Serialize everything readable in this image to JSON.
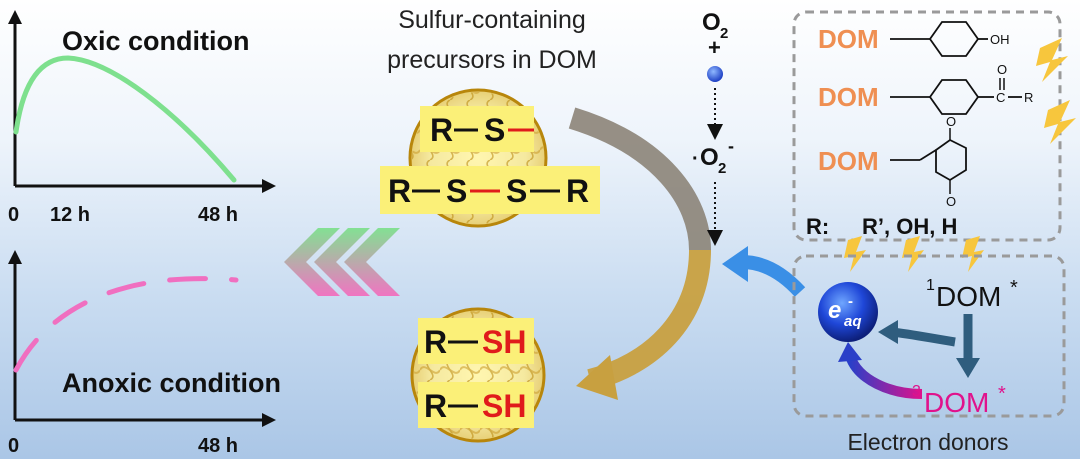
{
  "left_panel": {
    "oxic": {
      "title": "Oxic condition",
      "ticks": [
        "0",
        "12 h",
        "48 h"
      ],
      "curve_color": "#7ee08e"
    },
    "anoxic": {
      "title": "Anoxic condition",
      "ticks": [
        "0",
        "48 h"
      ],
      "curve_color": "#f06fc0"
    },
    "arrow_colors": [
      "#7ee08e",
      "#f26fbf"
    ]
  },
  "center": {
    "title_line1": "Sulfur-containing",
    "title_line2": "precursors in DOM",
    "top_particle": {
      "row1": {
        "r": "R",
        "s": "S"
      },
      "row2": {
        "r1": "R",
        "s1": "S",
        "s2": "S",
        "r2": "R"
      }
    },
    "bottom_particle": {
      "row1": {
        "r": "R",
        "sh": "SH"
      },
      "row2": {
        "r": "R",
        "sh": "SH"
      }
    }
  },
  "oxygen": {
    "o2": "O",
    "o2_sub": "2",
    "plus": "+",
    "superoxide_dot": "·",
    "superoxide": "O",
    "superoxide_sub": "2",
    "superoxide_sup": "-"
  },
  "structures": {
    "dom_label": "DOM",
    "oh_label": "OH",
    "carbonyl_o": "O",
    "carbonyl_c": "C",
    "carbonyl_r": "R",
    "quinone_o": "O",
    "r_legend": "R:",
    "r_values": "R’, OH, H"
  },
  "donors": {
    "eaq": "e",
    "eaq_sub": "aq",
    "eaq_sup": "-",
    "singlet_sup": "1",
    "singlet": "DOM",
    "singlet_star": "*",
    "triplet_sup": "3",
    "triplet": "DOM",
    "triplet_star": "*",
    "caption": "Electron donors"
  },
  "colors": {
    "dom_orange": "#ef8f52",
    "red": "#e01b1b",
    "label_yellow": "#fbf078",
    "particle_gold": "#c99a28",
    "triplet_pink": "#e0128c",
    "eaq_blue": "#1f3fc8",
    "dark_arrow": "#2f5d7e",
    "light_blue_arrow": "#3a8fe6",
    "brown_arrow": "#8c8478",
    "gold_arrow": "#c8a040",
    "lightning": "#f7c63d"
  }
}
